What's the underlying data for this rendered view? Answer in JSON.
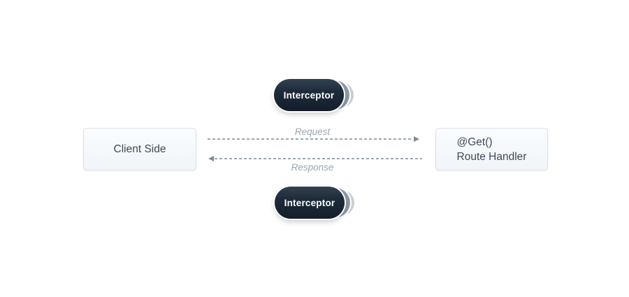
{
  "diagram": {
    "interceptor_top": {
      "label": "Interceptor"
    },
    "interceptor_bottom": {
      "label": "Interceptor"
    },
    "client_box": {
      "label": "Client Side"
    },
    "handler_box": {
      "decorator": "@Get()",
      "name": "Route Handler"
    },
    "request_arrow": {
      "label": "Request",
      "direction": "right"
    },
    "response_arrow": {
      "label": "Response",
      "direction": "left"
    }
  },
  "colors": {
    "pill_dark": "#1e2b3a",
    "pill_mid": "#8e99a5",
    "pill_light": "#c7cdd4",
    "box_bg": "#f1f5f9",
    "box_border": "#d9e1e9",
    "box_text": "#3d4a59",
    "arrow": "#9aa6b4",
    "arrowhead": "#7e8b99",
    "label": "#9aa5b3"
  }
}
